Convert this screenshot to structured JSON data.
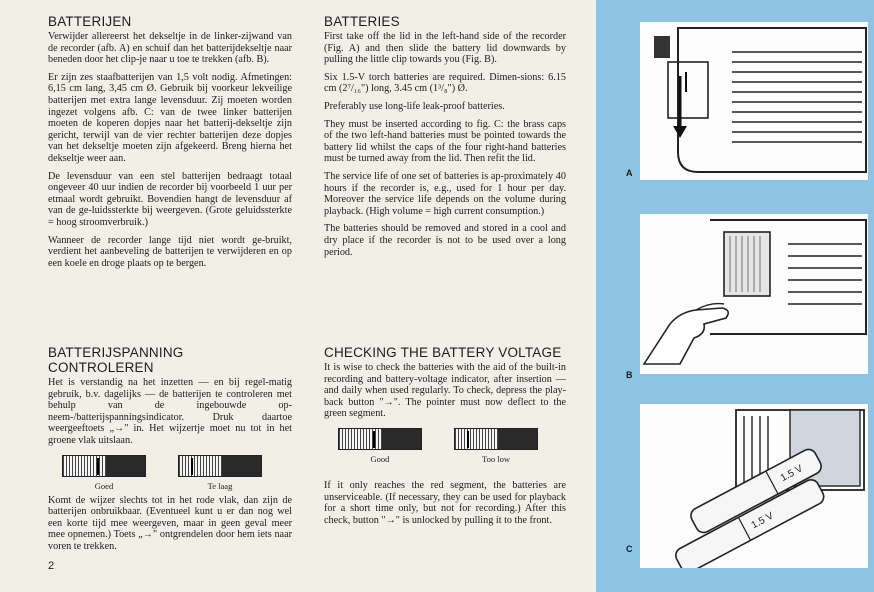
{
  "left": {
    "batteries": {
      "title": "BATTERIJEN",
      "paragraphs": [
        "Verwijder allereerst het dekseltje in de linker-zijwand van de recorder (afb. A) en schuif dan het batterijdekseltje naar beneden door het clip-je naar u toe te trekken (afb. B).",
        "Er zijn zes staafbatterijen van 1,5 volt nodig. Afmetingen: 6,15 cm lang, 3,45 cm Ø. Gebruik bij voorkeur lekveilige batterijen met extra lange levensduur. Zij moeten worden ingezet volgens afb. C: van de twee linker batterijen moeten de koperen dopjes naar het batterij-dekseltje zijn gericht, terwijl van de vier rechter batterijen deze dopjes van het dekseltje moeten zijn afgekeerd. Breng hierna het dekseltje weer aan.",
        "De levensduur van een stel batterijen bedraagt totaal ongeveer 40 uur indien de recorder bij voorbeeld 1 uur per etmaal wordt gebruikt. Bovendien hangt de levensduur af van de ge-luidssterkte bij weergeven. (Grote geluidssterkte = hoog stroomverbruik.)",
        "Wanneer de recorder lange tijd niet wordt ge-bruikt, verdient het aanbeveling de batterijen te verwijderen en op een koele en droge plaats op te bergen."
      ]
    },
    "voltage": {
      "title": "BATTERIJSPANNING CONTROLEREN",
      "paragraphs": [
        "Het is verstandig na het inzetten — en bij regel-matig gebruik, b.v. dagelijks — de batterijen te controleren met behulp van de ingebouwde op-neem-/batterijspanningsindicator. Druk daartoe weergeeftoets „→\" in. Het wijzertje moet nu tot in het groene vlak uitslaan.",
        "Komt de wijzer slechts tot in het rode vlak, dan zijn de batterijen onbruikbaar. (Eventueel kunt u er dan nog wel een korte tijd mee weergeven, maar in geen geval meer mee opnemen.) Toets „→\" ontgrendelen door hem iets naar voren te trekken."
      ],
      "gauge_good": "Goed",
      "gauge_low": "Te laag"
    }
  },
  "mid": {
    "batteries": {
      "title": "BATTERIES",
      "paragraphs": [
        "First take off the lid in the left-hand side of the recorder (Fig. A) and then slide the battery lid downwards by pulling the little clip towards you (Fig. B).",
        "Six 1.5-V torch batteries are required. Dimen-sions: 6.15 cm (2⁷/₁₆\") long, 3.45 cm (1³/₈\") Ø.",
        "Preferably use long-life leak-proof batteries.",
        "They must be inserted according to fig. C: the brass caps of the two left-hand batteries must be pointed towards the battery lid whilst the caps of the four right-hand batteries must be turned away from the lid. Then refit the lid.",
        "The service life of one set of batteries is ap-proximately 40 hours if the recorder is, e.g., used for 1 hour per day. Moreover the service life depends on the volume during playback. (High volume = high current consumption.)",
        "The batteries should be removed and stored in a cool and dry place if the recorder is not to be used over a long period."
      ]
    },
    "voltage": {
      "title": "CHECKING THE BATTERY VOLTAGE",
      "paragraphs": [
        "It is wise to check the batteries with the aid of the built-in recording and battery-voltage indicator, after insertion — and daily when used regularly. To check, depress the play-back button \"→\". The pointer must now deflect to the green segment.",
        "If it only reaches the red segment, the batteries are unserviceable. (If necessary, they can be used for playback for a short time only, but not for recording.) After this check, button \"→\" is unlocked by pulling it to the front."
      ],
      "gauge_good": "Good",
      "gauge_low": "Too low"
    }
  },
  "page_number": "2",
  "figures": {
    "a_label": "A",
    "b_label": "B",
    "c_label": "C",
    "battery_text": "1.5 V"
  }
}
